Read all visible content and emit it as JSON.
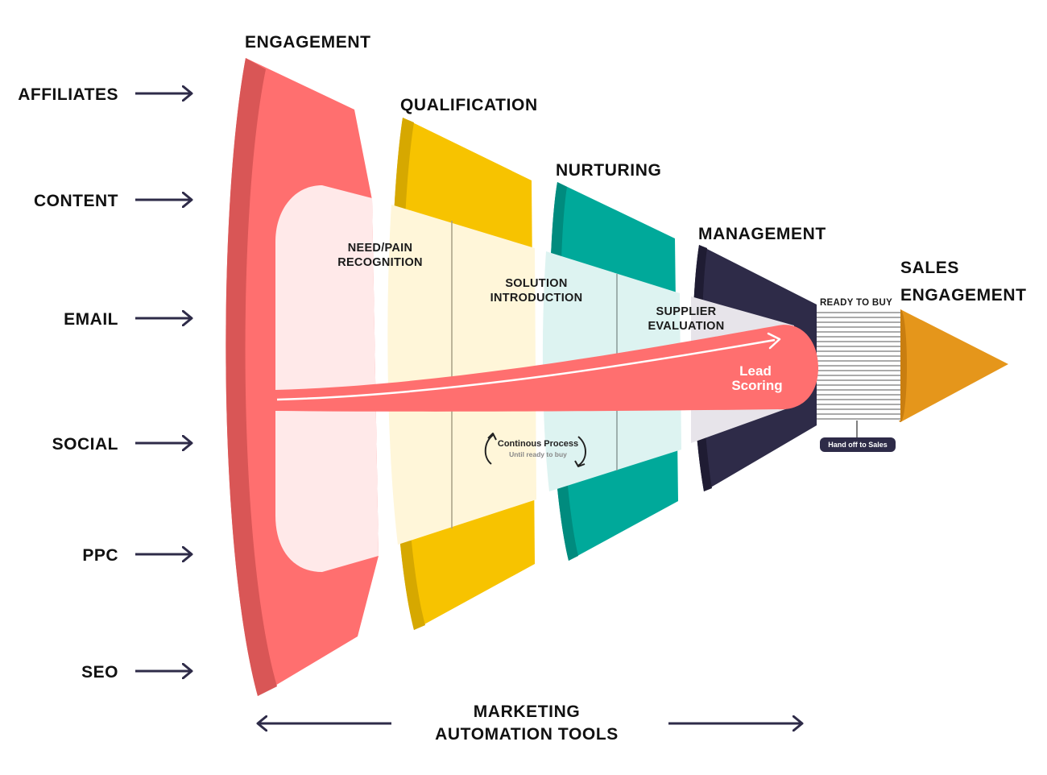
{
  "sources": [
    "AFFILIATES",
    "CONTENT",
    "EMAIL",
    "SOCIAL",
    "PPC",
    "SEO"
  ],
  "stages": {
    "engagement": "ENGAGEMENT",
    "qualification": "QUALIFICATION",
    "nurturing": "NURTURING",
    "management": "MANAGEMENT",
    "sales_line1": "SALES",
    "sales_line2": "ENGAGEMENT"
  },
  "inner": {
    "need_line1": "NEED/PAIN",
    "need_line2": "RECOGNITION",
    "solution_line1": "SOLUTION",
    "solution_line2": "INTRODUCTION",
    "supplier_line1": "SUPPLIER",
    "supplier_line2": "EVALUATION",
    "ready": "READY TO BUY",
    "lead_line1": "Lead",
    "lead_line2": "Scoring",
    "process_main": "Continous Process",
    "process_sub": "Until ready to buy",
    "handoff": "Hand off to Sales"
  },
  "bottom": {
    "line1": "MARKETING",
    "line2": "AUTOMATION TOOLS"
  },
  "colors": {
    "engagement": "#ff6f6f",
    "qualification": "#f7c300",
    "nurturing": "#00a99a",
    "management": "#2e2b48",
    "sales": "#e5961b",
    "arrow": "#2e2b48"
  }
}
